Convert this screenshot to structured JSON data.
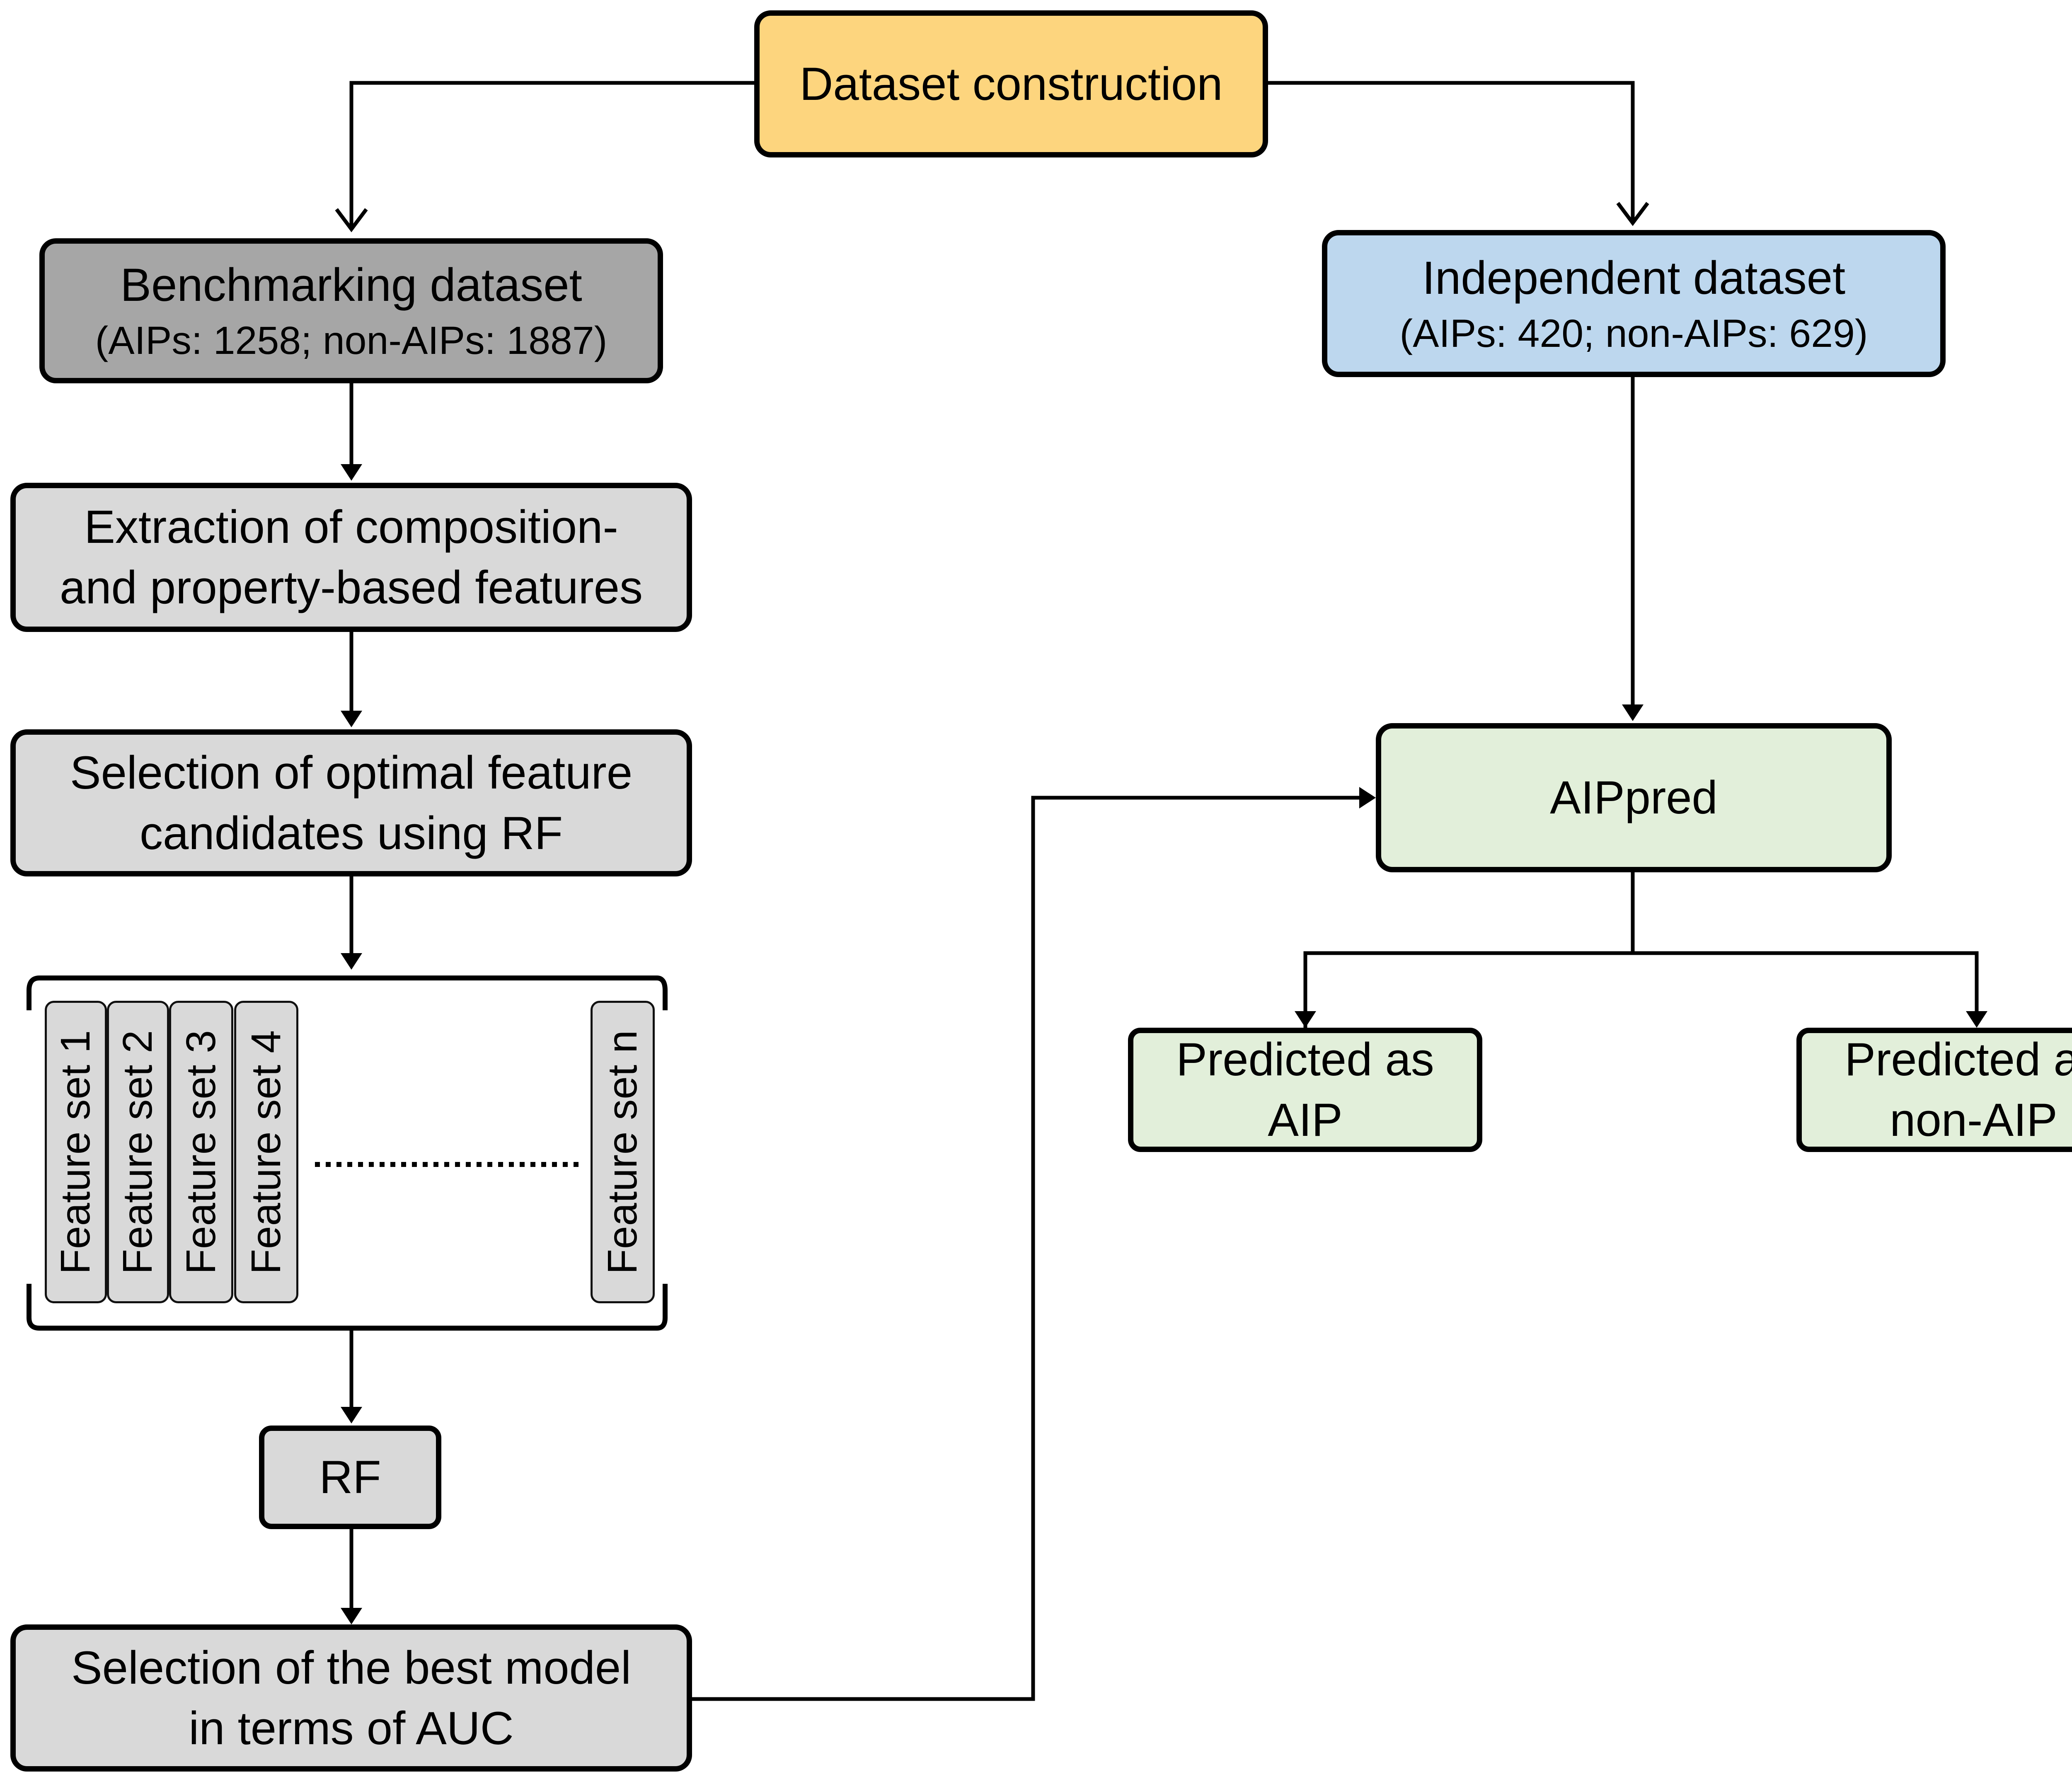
{
  "colors": {
    "dataset_construction": "#fdd57e",
    "benchmarking": "#a6a6a6",
    "process": "#d9d9d9",
    "independent": "#bdd7ee",
    "prediction": "#e2efda",
    "line": "#000000"
  },
  "nodes": {
    "dataset_construction": "Dataset construction",
    "benchmarking_title": "Benchmarking dataset",
    "benchmarking_counts": "(AIPs: 1258; non-AIPs: 1887)",
    "independent_title": "Independent dataset",
    "independent_counts": "(AIPs: 420; non-AIPs: 629)",
    "extraction_line1": "Extraction of composition-",
    "extraction_line2": "and property-based features",
    "selection_line1": "Selection of optimal feature",
    "selection_line2": "candidates using RF",
    "feature_sets": [
      "Feature set 1",
      "Feature set 2",
      "Feature set 3",
      "Feature set 4"
    ],
    "feature_set_n": "Feature set n",
    "rf": "RF",
    "best_model_line1": "Selection of the best model",
    "best_model_line2": "in terms of AUC",
    "aippred": "AIPpred",
    "predicted_aip_line1": "Predicted as",
    "predicted_aip_line2": "AIP",
    "predicted_nonaip_line1": "Predicted as",
    "predicted_nonaip_line2": "non-AIP"
  }
}
